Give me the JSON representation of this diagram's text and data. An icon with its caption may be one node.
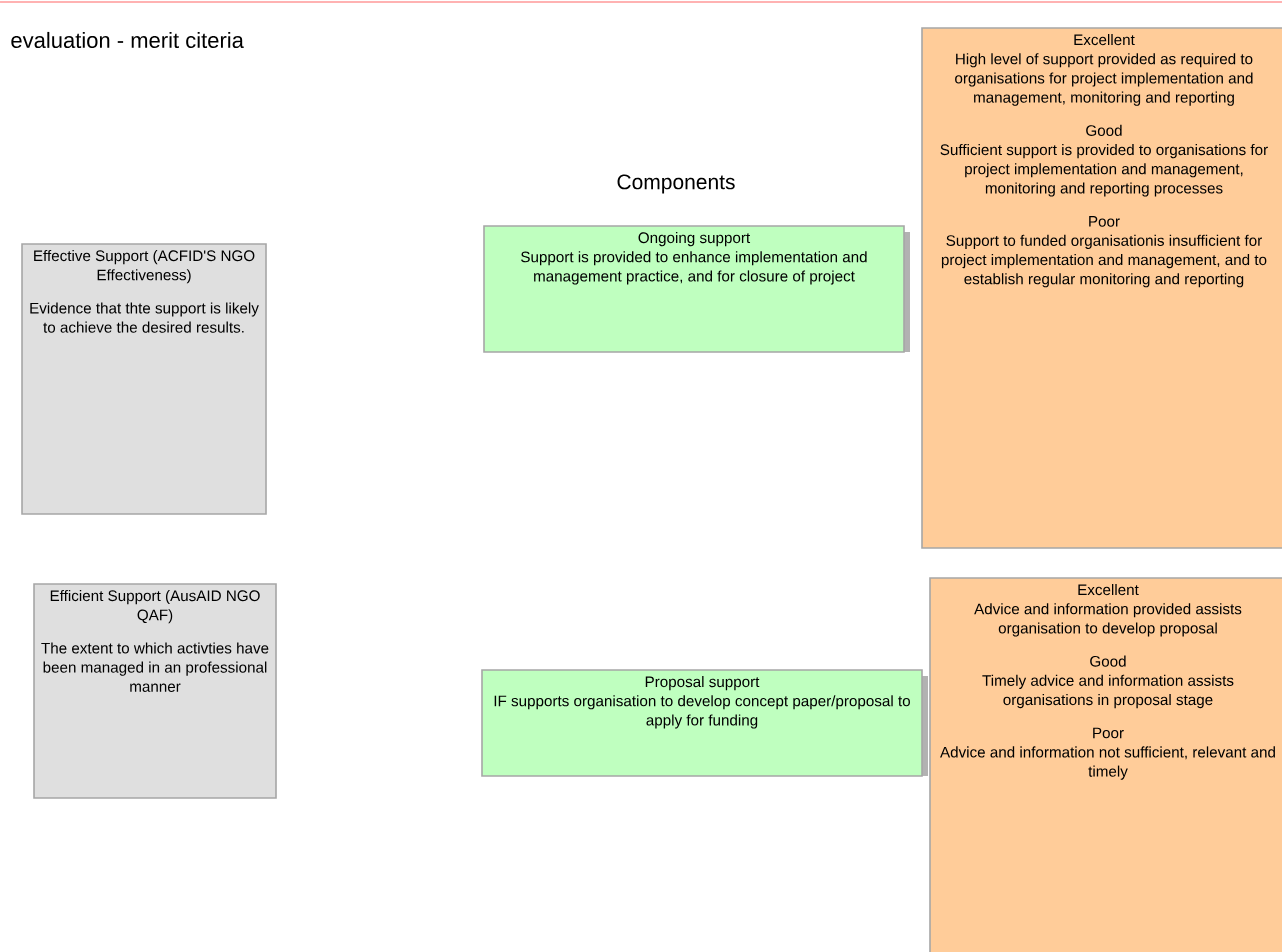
{
  "diagram": {
    "title": "evaluation - merit citeria",
    "nodes": [
      {
        "text": [
          "Effective Support (ACFID'S NGO Effectiveness)",
          "Evidence that thte support is likely to achieve the desired results."
        ]
      },
      {
        "text": [
          "Efficient Support (AusAID NGO QAF)",
          "The extent to  which activties have been managed in an professional manner"
        ]
      },
      {
        "text": [
          "Ongoing support",
          "Support is provided to enhance implementation and management practice, and for closure of project"
        ]
      },
      {
        "text": [
          "Proposal support",
          "IF supports organisation to develop concept paper/proposal to apply for funding"
        ]
      },
      {
        "text": [
          "Excellent",
          "High level of support provided as required to organisations for project implementation and management, monitoring and reporting",
          "Good",
          "Sufficient support is provided to organisations for project implementation and management, monitoring and reporting processes",
          "Poor",
          "Support to funded organisationis insufficient for project implementation and management, and to establish regular monitoring and reporting"
        ]
      },
      {
        "text": [
          "Excellent",
          "Advice and information  provided assists  organisation to develop proposal",
          "Good",
          "Timely advice and information assists organisations in proposal stage",
          "Poor",
          "Advice and information not sufficient, relevant and timely"
        ]
      }
    ],
    "labels": [
      "Components"
    ]
  }
}
